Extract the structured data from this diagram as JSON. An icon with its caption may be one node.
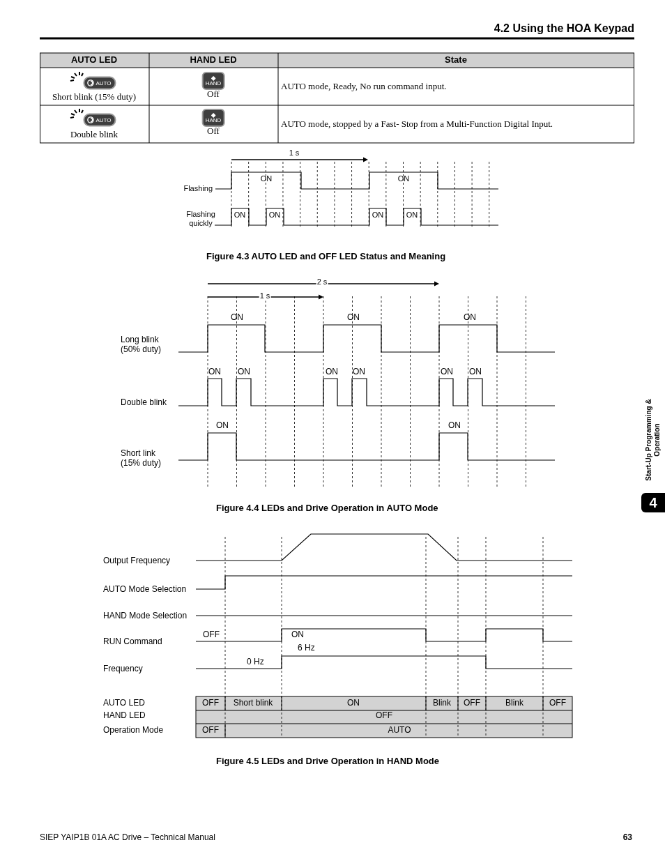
{
  "diagram": {
    "title": "4.2 Using the HOA Keypad",
    "labels": [
      "AUTO LED",
      "HAND LED",
      "State",
      "AUTO",
      "Short blink (15% duty)",
      "HAND",
      "Off",
      "AUTO mode, Ready, No run command input.",
      "AUTO",
      "Double blink",
      "HAND",
      "Off",
      "AUTO mode, stopped by a Fast- Stop from a Multi-Function Digital Input.",
      "1 s",
      "Flashing",
      "ON",
      "ON",
      "Flashing quickly",
      "ON",
      "ON",
      "ON",
      "ON",
      "Figure 4.3  AUTO LED and OFF LED Status and Meaning",
      "2 s",
      "1 s",
      "ON",
      "ON",
      "ON",
      "Long blink (50% duty)",
      "ON",
      "ON",
      "ON",
      "ON",
      "ON",
      "ON",
      "Double blink",
      "ON",
      "ON",
      "Short link (15% duty)",
      "Figure 4.4  LEDs and Drive Operation in AUTO Mode",
      "Output Frequency",
      "AUTO Mode Selection",
      "HAND Mode Selection",
      "OFF",
      "ON",
      "RUN Command",
      "6 Hz",
      "0 Hz",
      "Frequency",
      "AUTO LED",
      "OFF",
      "Short blink",
      "ON",
      "Blink",
      "OFF",
      "Blink",
      "OFF",
      "HAND LED",
      "OFF",
      "Operation Mode",
      "OFF",
      "AUTO",
      "Figure 4.5  LEDs and Drive Operation in HAND Mode",
      "Start-Up Programming & Operation",
      "4",
      "SIEP YAIP1B 01A AC Drive – Technical Manual",
      "63"
    ]
  }
}
